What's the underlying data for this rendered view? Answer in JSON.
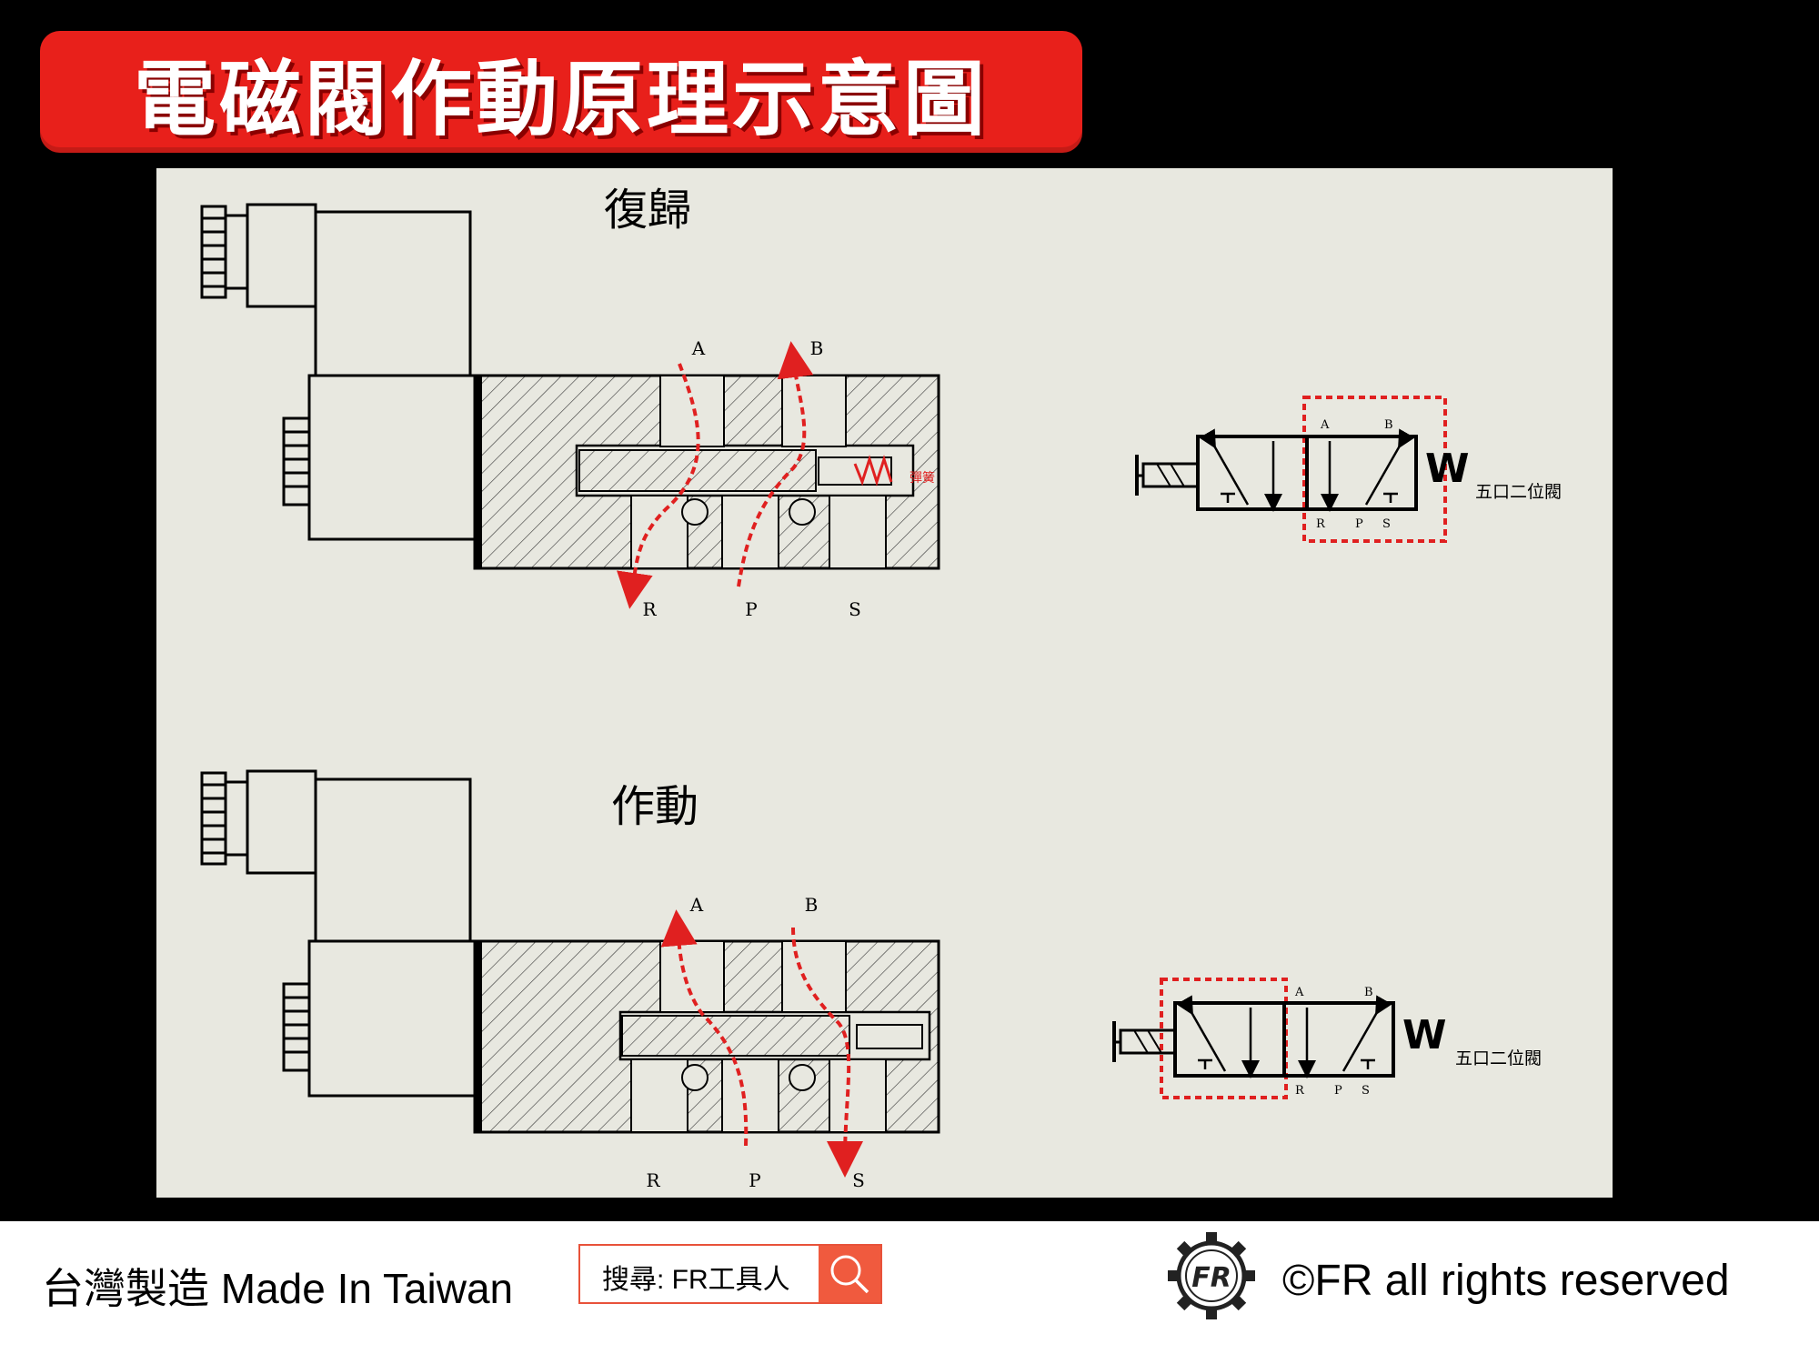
{
  "title": "電磁閥作動原理示意圖",
  "diagram": {
    "top": {
      "state_label": "復歸",
      "ports_top": [
        "A",
        "B"
      ],
      "ports_bottom": [
        "R",
        "P",
        "S"
      ],
      "spring_label": "彈簧",
      "symbol_ports_top": [
        "A",
        "B"
      ],
      "symbol_ports_bottom": [
        "R",
        "P",
        "S"
      ],
      "valve_type": "五口二位閥",
      "symbol_spring": "W"
    },
    "bottom": {
      "state_label": "作動",
      "ports_top": [
        "A",
        "B"
      ],
      "ports_bottom": [
        "R",
        "P",
        "S"
      ],
      "symbol_ports_top": [
        "A",
        "B"
      ],
      "symbol_ports_bottom": [
        "R",
        "P",
        "S"
      ],
      "valve_type": "五口二位閥",
      "symbol_spring": "W"
    }
  },
  "footer": {
    "made_in": "台灣製造 Made In Taiwan",
    "search_label": "搜尋: FR工具人",
    "logo_text": "FR",
    "copyright": "©FR all rights reserved"
  },
  "colors": {
    "banner": "#e8201b",
    "flow_arrow": "#e02020",
    "search_accent": "#f05a3e"
  },
  "icons": [
    "search-icon",
    "fr-gear-logo-icon"
  ]
}
